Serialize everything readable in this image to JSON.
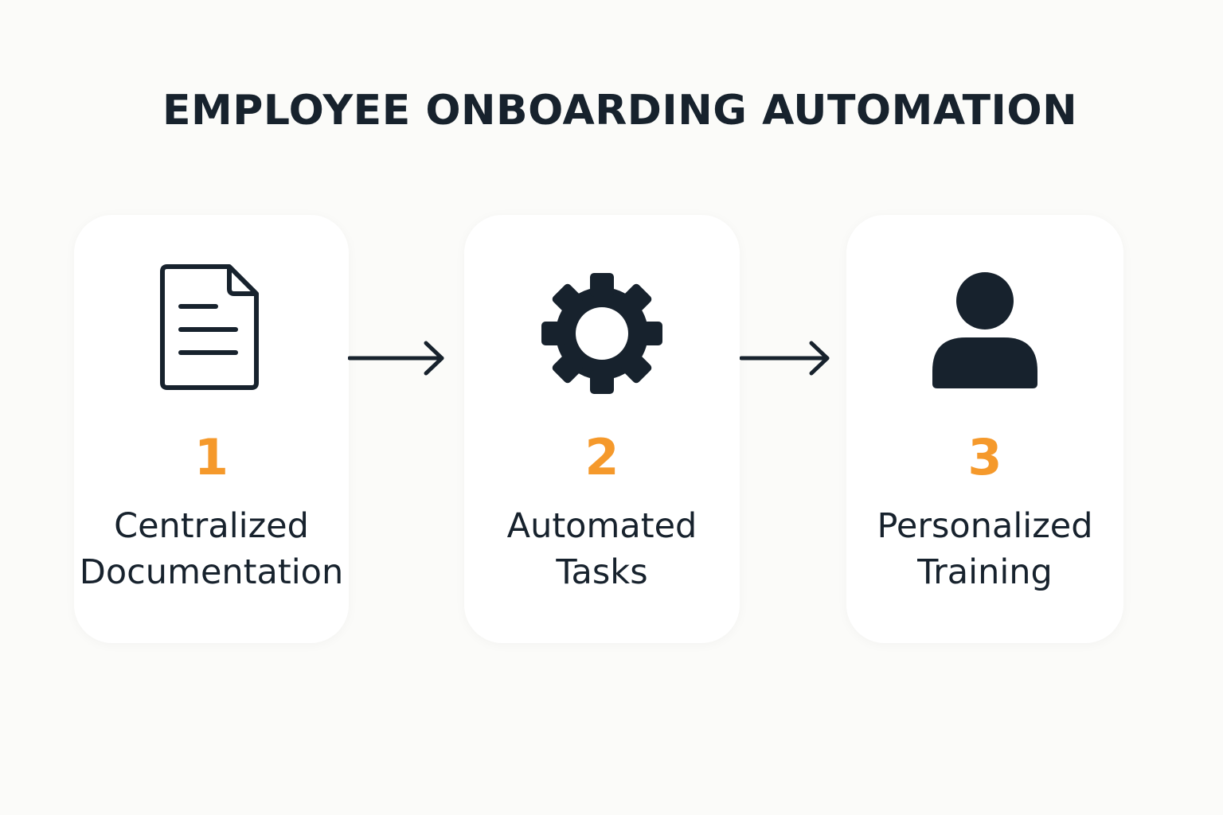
{
  "title": "EMPLOYEE ONBOARDING AUTOMATION",
  "colors": {
    "background": "#fbfbf9",
    "card": "#ffffff",
    "ink": "#17222d",
    "accent": "#f5992b"
  },
  "steps": [
    {
      "number": "1",
      "label_lines": [
        "Centralized",
        "Documentation"
      ],
      "icon": "document-icon"
    },
    {
      "number": "2",
      "label_lines": [
        "Automated",
        "Tasks"
      ],
      "icon": "gear-icon"
    },
    {
      "number": "3",
      "label_lines": [
        "Personalized",
        "Training"
      ],
      "icon": "person-icon"
    }
  ],
  "connectors": [
    "arrow-right-icon",
    "arrow-right-icon"
  ]
}
